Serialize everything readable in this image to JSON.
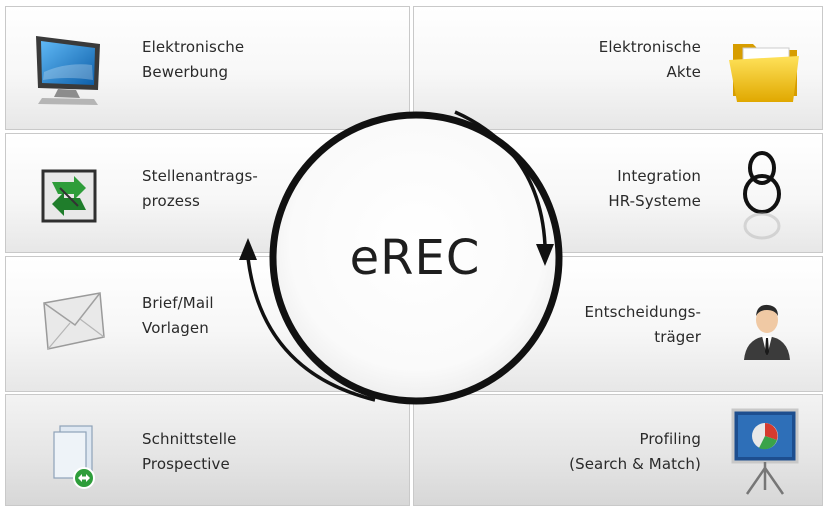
{
  "center": {
    "title": "eREC"
  },
  "tiles": [
    {
      "lines": [
        "Elektronische",
        "Bewerbung"
      ],
      "icon": "monitor-icon"
    },
    {
      "lines": [
        "Elektronische",
        "Akte"
      ],
      "icon": "folder-icon"
    },
    {
      "lines": [
        "Stellenantrags-",
        "prozess"
      ],
      "icon": "process-arrows-icon"
    },
    {
      "lines": [
        "Integration",
        "HR-Systeme"
      ],
      "icon": "chain-link-icon"
    },
    {
      "lines": [
        "Brief/Mail",
        "Vorlagen"
      ],
      "icon": "envelope-icon"
    },
    {
      "lines": [
        "Entscheidungs-",
        "träger"
      ],
      "icon": "businessman-icon"
    },
    {
      "lines": [
        "Schnittstelle",
        "Prospective"
      ],
      "icon": "interface-window-icon"
    },
    {
      "lines": [
        "Profiling",
        "(Search & Match)"
      ],
      "icon": "presentation-chart-icon"
    }
  ],
  "colors": {
    "ring": "#111111",
    "folder": "#f2c200",
    "green_arrow": "#2e9d3a",
    "monitor_screen": "#1c7fd0",
    "chart_screen": "#2e6fb8"
  }
}
